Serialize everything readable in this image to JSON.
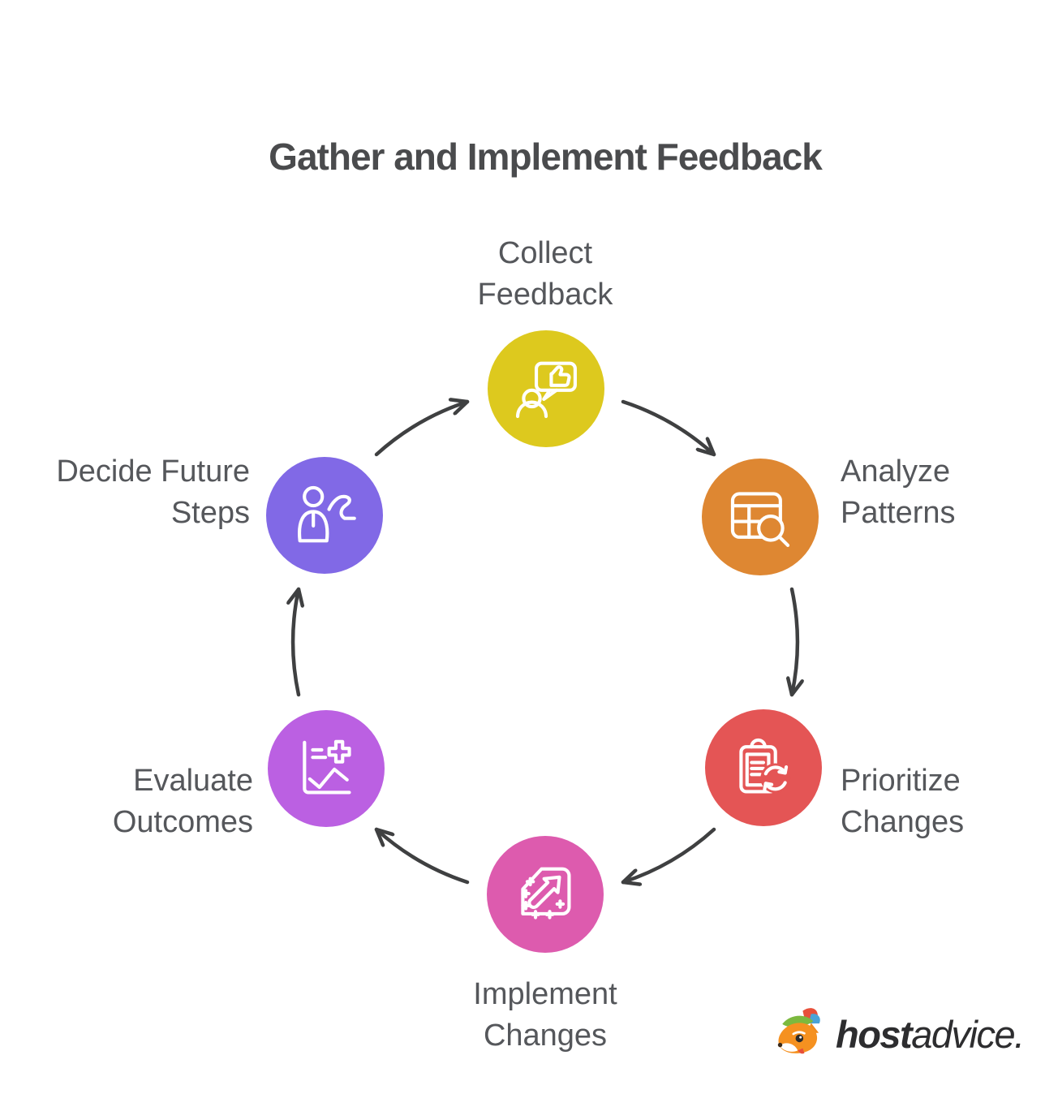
{
  "title": "Gather and Implement Feedback",
  "steps": [
    {
      "name": "collect-feedback",
      "lines": [
        "Collect",
        "Feedback"
      ],
      "color": "#ddc91e",
      "icon": "person-speech-bubble-thumbs-up"
    },
    {
      "name": "analyze-patterns",
      "lines": [
        "Analyze",
        "Patterns"
      ],
      "color": "#de8732",
      "icon": "table-with-magnifier"
    },
    {
      "name": "prioritize-changes",
      "lines": [
        "Prioritize",
        "Changes"
      ],
      "color": "#e45555",
      "icon": "clipboard-with-refresh"
    },
    {
      "name": "implement-changes",
      "lines": [
        "Implement",
        "Changes"
      ],
      "color": "#dd5bae",
      "icon": "up-right-arrow-badge"
    },
    {
      "name": "evaluate-outcomes",
      "lines": [
        "Evaluate",
        "Outcomes"
      ],
      "color": "#bb60e2",
      "icon": "line-chart-with-plus"
    },
    {
      "name": "decide-future-steps",
      "lines": [
        "Decide Future",
        "Steps"
      ],
      "color": "#8169e6",
      "icon": "person-with-winding-path"
    }
  ],
  "flow": "clockwise-cycle",
  "colors": {
    "background": "#ffffff",
    "arrow": "#3f4041",
    "title": "#4a4b4d",
    "label": "#55575b"
  },
  "logo": {
    "brand_bold": "host",
    "brand_light": "advice."
  }
}
